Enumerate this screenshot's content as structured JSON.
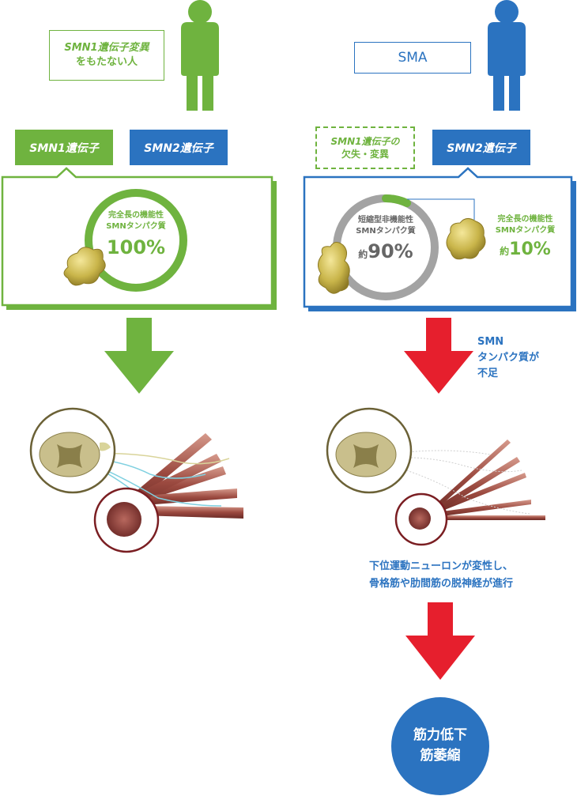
{
  "left": {
    "title_line1": "SMN1遺伝子変異",
    "title_line2": "をもたない人",
    "gene1_label": "SMN1遺伝子",
    "gene2_label": "SMN2遺伝子",
    "ring_label_line1": "完全長の機能性",
    "ring_label_line2": "SMNタンパク質",
    "percent": "100%"
  },
  "right": {
    "title": "SMA",
    "gene1_label_line1": "SMN1遺伝子の",
    "gene1_label_line2": "欠失・変異",
    "gene2_label": "SMN2遺伝子",
    "short_label_line1": "短縮型非機能性",
    "short_label_line2": "SMNタンパク質",
    "short_prefix": "約",
    "short_percent": "90%",
    "full_label_line1": "完全長の機能性",
    "full_label_line2": "SMNタンパク質",
    "full_prefix": "約",
    "full_percent": "10%",
    "deficit_line1": "SMN",
    "deficit_line2": "タンパク質が",
    "deficit_line3": "不足",
    "degeneration_line1": "下位運動ニューロンが変性し、",
    "degeneration_line2": "骨格筋や肋間筋の脱神経が進行",
    "result_line1": "筋力低下",
    "result_line2": "筋萎縮"
  },
  "colors": {
    "green": "#6fb33f",
    "blue": "#2b73c0",
    "red": "#e61f2d",
    "gray": "#a3a3a3",
    "dark_gray": "#666666"
  }
}
